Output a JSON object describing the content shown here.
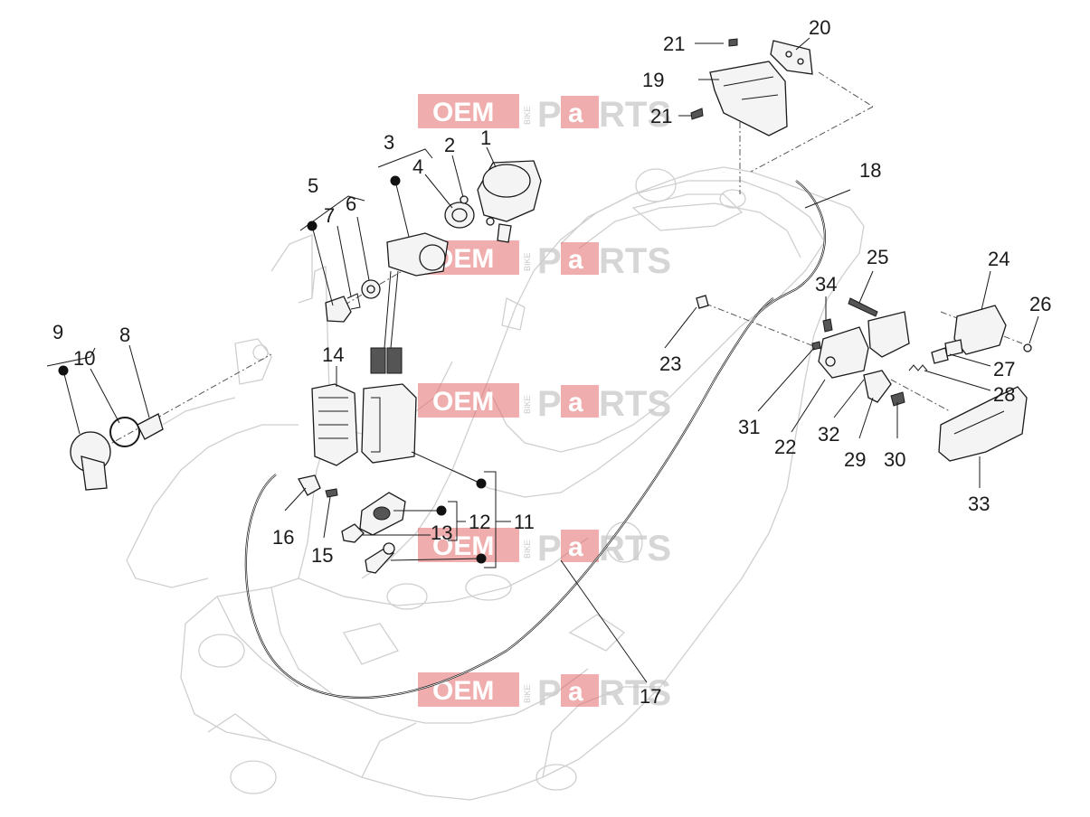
{
  "watermark": {
    "oem": "OEM",
    "bike": "BIKE",
    "parts_p": "P",
    "parts_a": "a",
    "parts_rest": "RTS"
  },
  "callouts": [
    "1",
    "2",
    "3",
    "4",
    "5",
    "6",
    "7",
    "8",
    "9",
    "10",
    "11",
    "12",
    "13",
    "14",
    "15",
    "16",
    "17",
    "18",
    "19",
    "20",
    "21",
    "21",
    "22",
    "23",
    "24",
    "25",
    "26",
    "27",
    "28",
    "29",
    "30",
    "31",
    "32",
    "33",
    "34"
  ]
}
